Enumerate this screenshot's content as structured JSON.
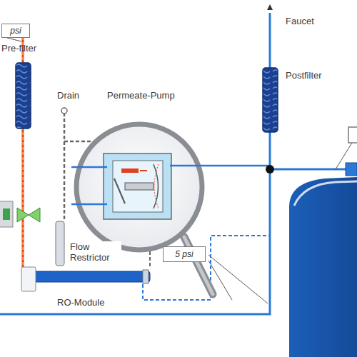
{
  "diagram": {
    "nodes": [
      {
        "text": [
          "psi"
        ]
      },
      {
        "text": [
          "5 psi"
        ]
      }
    ],
    "labels": [
      "Pre-filter",
      "Drain",
      "Permeate-Pump",
      "Faucet",
      "Postfilter",
      "Flow Restrictor",
      "RO-Module"
    ]
  }
}
